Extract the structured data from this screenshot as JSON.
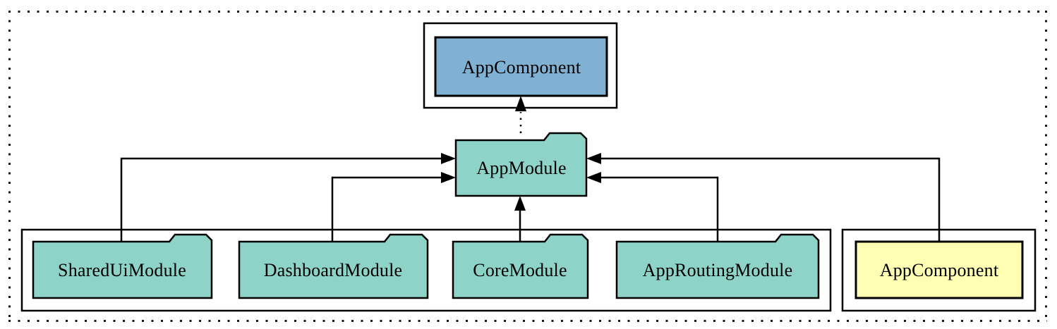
{
  "diagram": {
    "type": "angular-module-dependency-graph",
    "background_color": "#ffffff",
    "edge_color": "#000000",
    "cluster_fill": "#ffffff",
    "cluster_stroke": "#000000",
    "colors": {
      "module_fill": "#8dd3c7",
      "declared_component_fill": "#80b1d3",
      "bootstrapped_component_fill": "#ffffb3",
      "node_stroke": "#000000"
    }
  },
  "nodes": {
    "app_component_declared": {
      "label": "AppComponent",
      "fill": "#80b1d3",
      "shape": "rectangle"
    },
    "app_module": {
      "label": "AppModule",
      "fill": "#8dd3c7",
      "shape": "folder"
    },
    "shared_ui_module": {
      "label": "SharedUiModule",
      "fill": "#8dd3c7",
      "shape": "folder"
    },
    "dashboard_module": {
      "label": "DashboardModule",
      "fill": "#8dd3c7",
      "shape": "folder"
    },
    "core_module": {
      "label": "CoreModule",
      "fill": "#8dd3c7",
      "shape": "folder"
    },
    "app_routing_module": {
      "label": "AppRoutingModule",
      "fill": "#8dd3c7",
      "shape": "folder"
    },
    "app_component_bootstrap": {
      "label": "AppComponent",
      "fill": "#ffffb3",
      "shape": "rectangle"
    }
  },
  "edges": [
    {
      "from": "AppModule",
      "to": "AppComponent (declared)",
      "style": "dotted",
      "arrow": "up"
    },
    {
      "from": "SharedUiModule",
      "to": "AppModule",
      "style": "solid",
      "arrow": "into-left-side"
    },
    {
      "from": "DashboardModule",
      "to": "AppModule",
      "style": "solid",
      "arrow": "into-left-side"
    },
    {
      "from": "CoreModule",
      "to": "AppModule",
      "style": "solid",
      "arrow": "into-bottom"
    },
    {
      "from": "AppRoutingModule",
      "to": "AppModule",
      "style": "solid",
      "arrow": "into-right-side"
    },
    {
      "from": "AppComponent (bootstrap)",
      "to": "AppModule",
      "style": "solid",
      "arrow": "into-right-side"
    }
  ]
}
